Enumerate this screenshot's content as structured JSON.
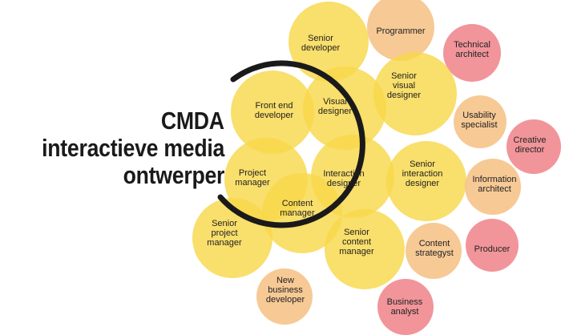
{
  "title": {
    "line1": "CMDA",
    "line2": "interactieve media",
    "line3": "ontwerper"
  },
  "colors": {
    "yellow": "#f8d84a",
    "orange": "#f6c38a",
    "pink": "#ef8a8f",
    "ring": "#1a1a1a"
  },
  "roles": [
    {
      "id": "senior-developer",
      "lines": [
        "Senior",
        "developer"
      ],
      "tone": "yellow"
    },
    {
      "id": "programmer",
      "lines": [
        "Programmer"
      ],
      "tone": "orange"
    },
    {
      "id": "technical-architect",
      "lines": [
        "Technical",
        "architect"
      ],
      "tone": "pink"
    },
    {
      "id": "senior-visual-designer",
      "lines": [
        "Senior",
        "visual",
        "designer"
      ],
      "tone": "yellow"
    },
    {
      "id": "usability-specialist",
      "lines": [
        "Usability",
        "specialist"
      ],
      "tone": "orange"
    },
    {
      "id": "creative-director",
      "lines": [
        "Creative",
        "director"
      ],
      "tone": "pink"
    },
    {
      "id": "senior-interaction-designer",
      "lines": [
        "Senior",
        "interaction",
        "designer"
      ],
      "tone": "yellow"
    },
    {
      "id": "information-architect",
      "lines": [
        "Information",
        "architect"
      ],
      "tone": "orange"
    },
    {
      "id": "senior-project-manager",
      "lines": [
        "Senior",
        "project",
        "manager"
      ],
      "tone": "yellow"
    },
    {
      "id": "content-strategyst",
      "lines": [
        "Content",
        "strategyst"
      ],
      "tone": "orange"
    },
    {
      "id": "producer",
      "lines": [
        "Producer"
      ],
      "tone": "pink"
    },
    {
      "id": "senior-content-manager",
      "lines": [
        "Senior",
        "content",
        "manager"
      ],
      "tone": "yellow"
    },
    {
      "id": "new-business-developer",
      "lines": [
        "New",
        "business",
        "developer"
      ],
      "tone": "orange"
    },
    {
      "id": "business-analyst",
      "lines": [
        "Business",
        "analyst"
      ],
      "tone": "pink"
    },
    {
      "id": "front-end-developer",
      "lines": [
        "Front end",
        "developer"
      ],
      "tone": "yellow"
    },
    {
      "id": "visual-designer",
      "lines": [
        "Visual",
        "designer"
      ],
      "tone": "yellow"
    },
    {
      "id": "project-manager",
      "lines": [
        "Project",
        "manager"
      ],
      "tone": "yellow"
    },
    {
      "id": "interaction-designer",
      "lines": [
        "Interaction",
        "designer"
      ],
      "tone": "yellow"
    },
    {
      "id": "content-manager",
      "lines": [
        "Content",
        "manager"
      ],
      "tone": "yellow"
    }
  ]
}
